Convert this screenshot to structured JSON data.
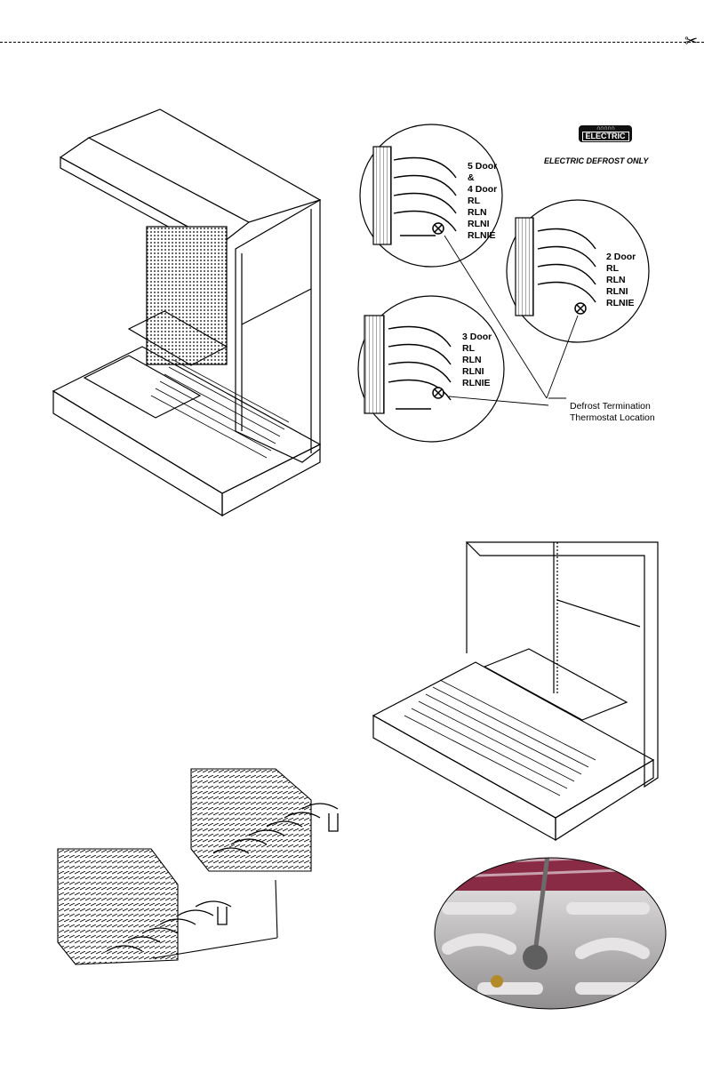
{
  "badge": {
    "coil_glyph": "∩∩∩∩∩",
    "label": "ELECTRIC"
  },
  "note": "ELECTRIC DEFROST ONLY",
  "detail_5door": [
    "5 Door",
    "&",
    "4 Door",
    "RL",
    "RLN",
    "RLNI",
    "RLNIE"
  ],
  "detail_2door": [
    "2 Door",
    "RL",
    "RLN",
    "RLNI",
    "RLNIE"
  ],
  "detail_3door": [
    "3 Door",
    "RL",
    "RLN",
    "RLNI",
    "RLNIE"
  ],
  "callout": {
    "line1": "Defrost Termination",
    "line2": "Thermostat Location"
  },
  "colors": {
    "ink": "#000000",
    "photo_metal": "#b9b6b6",
    "photo_fin": "#8a2b45"
  }
}
